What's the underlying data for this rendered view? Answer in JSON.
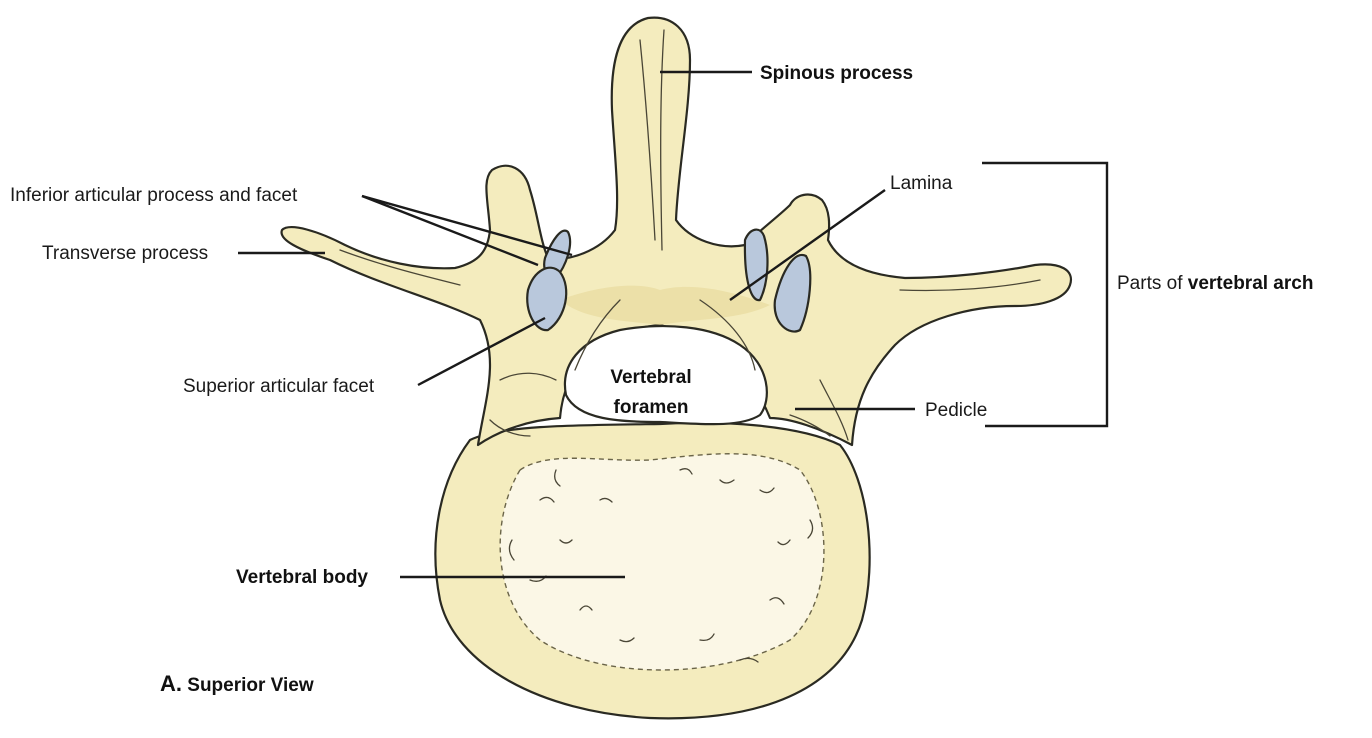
{
  "figure": {
    "caption_letter": "A.",
    "caption_text": "Superior View",
    "colors": {
      "bone": "#f4ecbe",
      "bone_shadow": "#e8dc9e",
      "body_center": "#fbf7e6",
      "facet": "#b9c8dc",
      "outline": "#2a2a22",
      "label": "#1a1a1a"
    }
  },
  "labels": {
    "spinous_process": "Spinous process",
    "inferior_articular": "Inferior articular process and facet",
    "transverse_process": "Transverse process",
    "superior_articular_facet": "Superior articular facet",
    "lamina": "Lamina",
    "pedicle": "Pedicle",
    "vertebral_foramen_line1": "Vertebral",
    "vertebral_foramen_line2": "foramen",
    "vertebral_body": "Vertebral body",
    "arch_prefix": "Parts of",
    "arch_bold": "vertebral arch"
  }
}
